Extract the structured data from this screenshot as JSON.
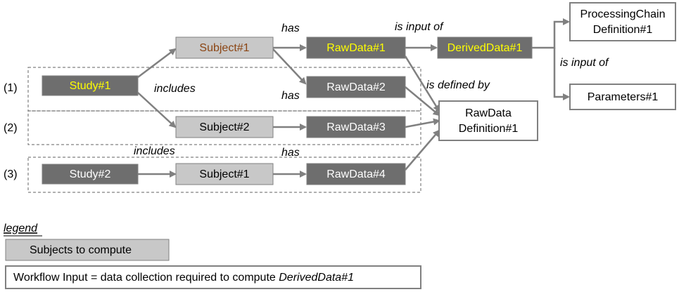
{
  "colors": {
    "dark_fill": "#6e6e6e",
    "light_fill": "#c8c8c8",
    "white_fill": "#ffffff",
    "highlight_text": "#ffff00",
    "white_text": "#ffffff",
    "subject_text": "#8b4513",
    "black_text": "#000000",
    "border": "#808080",
    "arrow": "#808080"
  },
  "row_labels": {
    "r1": "(1)",
    "r2": "(2)",
    "r3": "(3)"
  },
  "nodes": {
    "study1": {
      "label": "Study#1"
    },
    "subject1_top": {
      "label": "Subject#1"
    },
    "rawdata1": {
      "label": "RawData#1"
    },
    "rawdata2": {
      "label": "RawData#2"
    },
    "deriveddata1": {
      "label": "DerivedData#1"
    },
    "processingchain": {
      "line1": "ProcessingChain",
      "line2": "Definition#1"
    },
    "parameters1": {
      "label": "Parameters#1"
    },
    "rawdatadef": {
      "line1": "RawData",
      "line2": "Definition#1"
    },
    "subject2": {
      "label": "Subject#2"
    },
    "rawdata3": {
      "label": "RawData#3"
    },
    "study2": {
      "label": "Study#2"
    },
    "subject1_bottom": {
      "label": "Subject#1"
    },
    "rawdata4": {
      "label": "RawData#4"
    }
  },
  "edge_labels": {
    "has_top": "has",
    "has_middle": "has",
    "has_bottom": "has",
    "includes_top": "includes",
    "includes_bottom": "includes",
    "is_input_of_top": "is input of",
    "is_input_of_right": "is input of",
    "is_defined_by": "is defined by"
  },
  "legend": {
    "title": "legend",
    "subjects_to_compute": "Subjects to compute",
    "workflow_input_prefix": "Workflow Input = data collection required to compute ",
    "workflow_input_emph": "DerivedData#1"
  }
}
